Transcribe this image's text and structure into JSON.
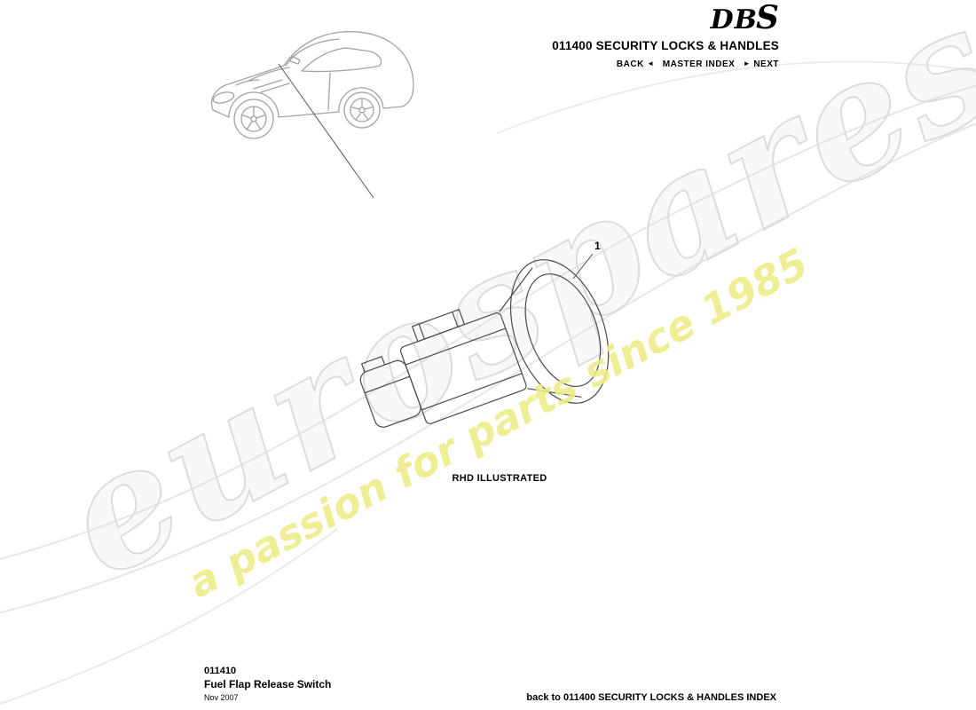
{
  "header": {
    "logo_db": "DB",
    "logo_s": "S",
    "title": "011400 SECURITY LOCKS & HANDLES",
    "nav": {
      "back_label": "BACK",
      "back_arrow": "◄",
      "master_label": "MASTER INDEX",
      "next_arrow": "►",
      "next_label": "NEXT"
    }
  },
  "diagram": {
    "callout_1": "1",
    "note": "RHD ILLUSTRATED"
  },
  "footer": {
    "part_number": "011410",
    "part_name": "Fuel Flap Release Switch",
    "date": "Nov 2007",
    "index_link": "back to 011400 SECURITY LOCKS & HANDLES INDEX"
  },
  "watermark": {
    "brand": "eurospares",
    "tagline": "a passion for parts since 1985",
    "tagline_color": "#efec86"
  }
}
